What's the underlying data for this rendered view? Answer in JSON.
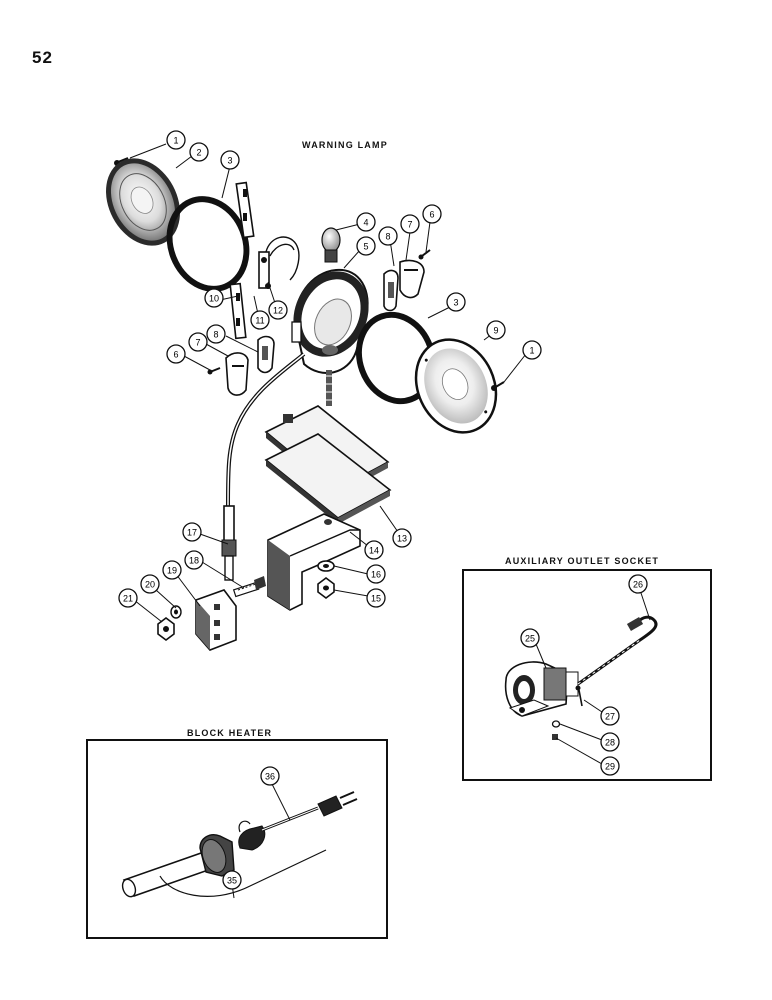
{
  "page": {
    "number": "52"
  },
  "sections": {
    "warning_lamp": "WARNING LAMP",
    "auxiliary_outlet_socket": "AUXILIARY OUTLET SOCKET",
    "block_heater": "BLOCK HEATER"
  },
  "callouts": {
    "c1a": "1",
    "c2": "2",
    "c3a": "3",
    "c4": "4",
    "c5": "5",
    "c6a": "6",
    "c7a": "7",
    "c8a": "8",
    "c9": "9",
    "c10": "10",
    "c11": "11",
    "c12": "12",
    "c3b": "3",
    "c1b": "1",
    "c8b": "8",
    "c7b": "7",
    "c6b": "6",
    "c17": "17",
    "c14": "14",
    "c13": "13",
    "c18": "18",
    "c16": "16",
    "c15": "15",
    "c19": "19",
    "c20": "20",
    "c21": "21",
    "c26": "26",
    "c25": "25",
    "c27": "27",
    "c28": "28",
    "c29": "29",
    "c36": "36",
    "c35": "35"
  }
}
